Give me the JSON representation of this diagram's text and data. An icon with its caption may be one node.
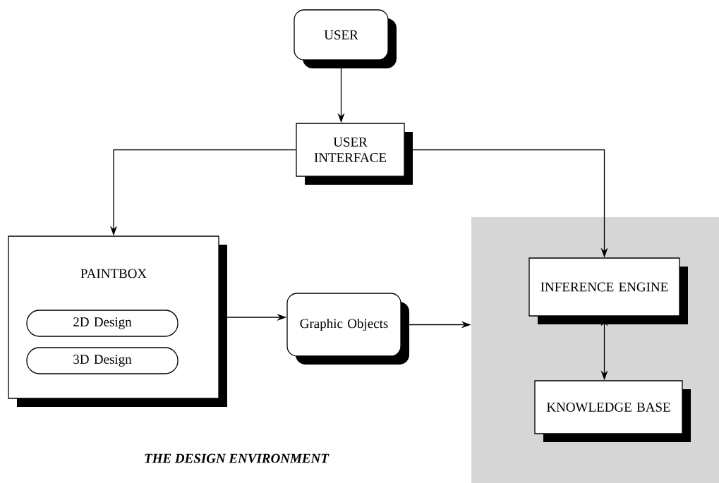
{
  "diagram": {
    "caption": "THE DESIGN ENVIRONMENT",
    "nodes": [
      {
        "text": [
          "USER"
        ]
      },
      {
        "text": [
          "USER INTERFACE"
        ]
      },
      {
        "text": [
          "PAINTBOX"
        ]
      },
      {
        "text": [
          "2D Design"
        ],
        "in": 2
      },
      {
        "text": [
          "3D Design"
        ],
        "in": 2
      },
      {
        "text": [
          "Graphic Objects"
        ]
      },
      {
        "text": [],
        "shape": "box"
      },
      {
        "text": [
          "INFERENCE ENGINE"
        ],
        "in": 6
      },
      {
        "text": [
          "KNOWLEDGE BASE"
        ],
        "in": 6
      }
    ],
    "edges": [
      {
        "from": 0,
        "to": 1,
        "arrow": "to"
      },
      {
        "from": 1,
        "to": 2,
        "arrow": "to"
      },
      {
        "from": 1,
        "to": 7,
        "arrow": "to"
      },
      {
        "from": 2,
        "to": 5,
        "arrow": "to"
      },
      {
        "from": 5,
        "to": 6,
        "arrow": "to"
      },
      {
        "from": 7,
        "to": 8,
        "arrow": "both"
      }
    ]
  }
}
